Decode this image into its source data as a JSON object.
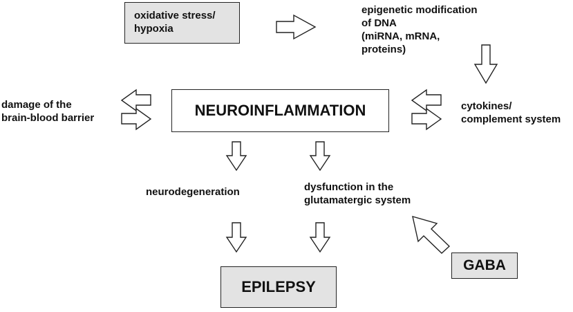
{
  "nodes": {
    "oxidative_stress": "oxidative stress/\nhypoxia",
    "epigenetic": "epigenetic modification\nof DNA\n(miRNA, mRNA,\nproteins)",
    "bbb_damage": "damage of the\nbrain-blood barrier",
    "neuroinflammation": "NEUROINFLAMMATION",
    "cytokines": "cytokines/\ncomplement system",
    "neurodegeneration": "neurodegeneration",
    "glutamatergic": "dysfunction in the\nglutamatergic system",
    "gaba": "GABA",
    "epilepsy": "EPILEPSY"
  }
}
